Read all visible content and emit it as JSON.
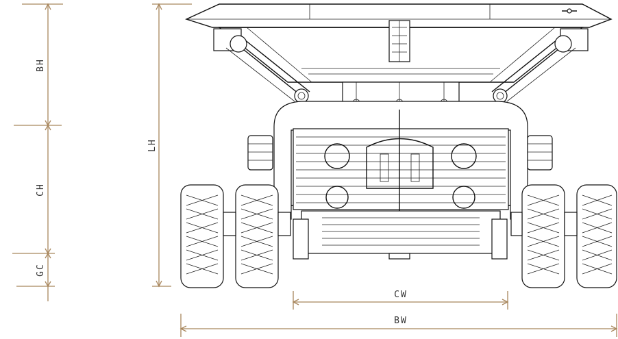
{
  "dimensions": {
    "bh": "BH",
    "ch": "CH",
    "gc": "GC",
    "lh": "LH",
    "cw": "CW",
    "bw": "BW"
  },
  "colors": {
    "dimension_line": "#a8865c",
    "drawing_ink": "#111111",
    "background": "#ffffff"
  }
}
